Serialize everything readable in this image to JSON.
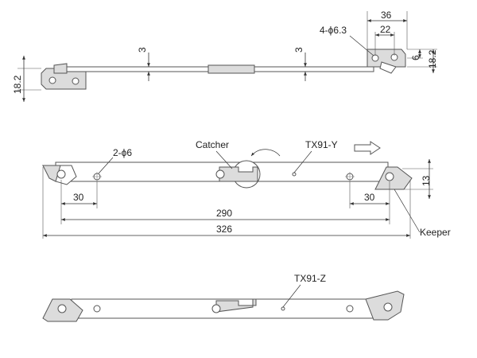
{
  "top_view": {
    "dims": {
      "overall_height": "18.2",
      "thickness_left": "3",
      "thickness_right": "3",
      "width_36": "36",
      "width_22": "22",
      "height_6": "6",
      "height_right": "18.2"
    },
    "hole_callout": "4-ϕ6.3"
  },
  "middle_view": {
    "labels": {
      "catcher": "Catcher",
      "model": "TX91-Y",
      "keeper": "Keeper",
      "hole_callout": "2-ϕ6"
    },
    "dims": {
      "left_offset": "30",
      "right_offset": "30",
      "hole_span": "290",
      "overall_length": "326",
      "keeper_height": "13"
    }
  },
  "bottom_view": {
    "labels": {
      "model": "TX91-Z"
    }
  },
  "colors": {
    "line": "#555555",
    "fill_shade": "#dcdcdc",
    "text": "#222222"
  }
}
